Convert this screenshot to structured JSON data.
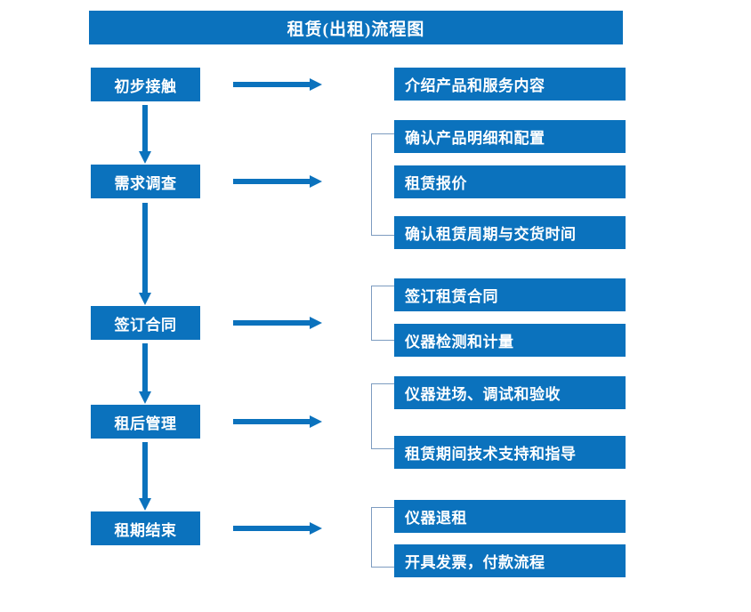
{
  "diagram": {
    "title": "租赁(出租)流程图",
    "theme_color": "#0b72bd",
    "bracket_color": "#7d9cc0",
    "text_color": "#ffffff",
    "background": "#ffffff",
    "stages": [
      {
        "label": "初步接触"
      },
      {
        "label": "需求调查"
      },
      {
        "label": "签订合同"
      },
      {
        "label": "租后管理"
      },
      {
        "label": "租期结束"
      }
    ],
    "details": [
      {
        "label": "介绍产品和服务内容"
      },
      {
        "label": "确认产品明细和配置"
      },
      {
        "label": "租赁报价"
      },
      {
        "label": "确认租赁周期与交货时间"
      },
      {
        "label": "签订租赁合同"
      },
      {
        "label": "仪器检测和计量"
      },
      {
        "label": "仪器进场、调试和验收"
      },
      {
        "label": "租赁期间技术支持和指导"
      },
      {
        "label": "仪器退租"
      },
      {
        "label": "开具发票，付款流程"
      }
    ],
    "connectors": {
      "horizontal_arrow_count": 5,
      "vertical_arrow_count": 4,
      "bracket_count": 4
    }
  }
}
